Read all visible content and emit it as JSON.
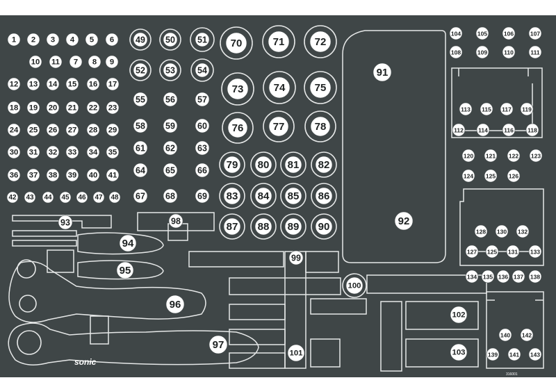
{
  "colors": {
    "board": "#3f4647",
    "outline": "#e6e8e8",
    "badge": "#ffffff",
    "text": "#1e2222"
  },
  "brand": "sonic",
  "part_code": "316001",
  "labels": {
    "l1": "1",
    "l2": "2",
    "l3": "3",
    "l4": "4",
    "l5": "5",
    "l6": "6",
    "l7": "7",
    "l8": "8",
    "l9": "9",
    "l10": "10",
    "l11": "11",
    "l12": "12",
    "l13": "13",
    "l14": "14",
    "l15": "15",
    "l16": "16",
    "l17": "17",
    "l18": "18",
    "l19": "19",
    "l20": "20",
    "l21": "21",
    "l22": "22",
    "l23": "23",
    "l24": "24",
    "l25": "25",
    "l26": "26",
    "l27": "27",
    "l28": "28",
    "l29": "29",
    "l30": "30",
    "l31": "31",
    "l32": "32",
    "l33": "33",
    "l34": "34",
    "l35": "35",
    "l36": "36",
    "l37": "37",
    "l38": "38",
    "l39": "39",
    "l40": "40",
    "l41": "41",
    "l42": "42",
    "l43": "43",
    "l44": "44",
    "l45": "45",
    "l46": "46",
    "l47": "47",
    "l48": "48",
    "l49": "49",
    "l50": "50",
    "l51": "51",
    "l52": "52",
    "l53": "53",
    "l54": "54",
    "l55": "55",
    "l56": "56",
    "l57": "57",
    "l58": "58",
    "l59": "59",
    "l60": "60",
    "l61": "61",
    "l62": "62",
    "l63": "63",
    "l64": "64",
    "l65": "65",
    "l66": "66",
    "l67": "67",
    "l68": "68",
    "l69": "69",
    "l70": "70",
    "l71": "71",
    "l72": "72",
    "l73": "73",
    "l74": "74",
    "l75": "75",
    "l76": "76",
    "l77": "77",
    "l78": "78",
    "l79": "79",
    "l80": "80",
    "l81": "81",
    "l82": "82",
    "l83": "83",
    "l84": "84",
    "l85": "85",
    "l86": "86",
    "l87": "87",
    "l88": "88",
    "l89": "89",
    "l90": "90",
    "l91": "91",
    "l92": "92",
    "l93": "93",
    "l94": "94",
    "l95": "95",
    "l96": "96",
    "l97": "97",
    "l98": "98",
    "l99": "99",
    "l100": "100",
    "l101": "101",
    "l102": "102",
    "l103": "103",
    "l104": "104",
    "l105": "105",
    "l106": "106",
    "l107": "107",
    "l108": "108",
    "l109": "109",
    "l110": "110",
    "l111": "111",
    "l112": "112",
    "l113": "113",
    "l114": "114",
    "l115": "115",
    "l116": "116",
    "l117": "117",
    "l118": "118",
    "l119": "119",
    "l120": "120",
    "l121": "121",
    "l122": "122",
    "l123": "123",
    "l124": "124",
    "l125": "125",
    "l126": "126",
    "l127": "127",
    "l128": "128",
    "l129": "125",
    "l130": "130",
    "l131": "131",
    "l132": "132",
    "l133": "133",
    "l134": "134",
    "l135": "135",
    "l136": "136",
    "l137": "137",
    "l138": "138",
    "l139": "139",
    "l140": "140",
    "l141": "141",
    "l142": "142",
    "l143": "143"
  }
}
